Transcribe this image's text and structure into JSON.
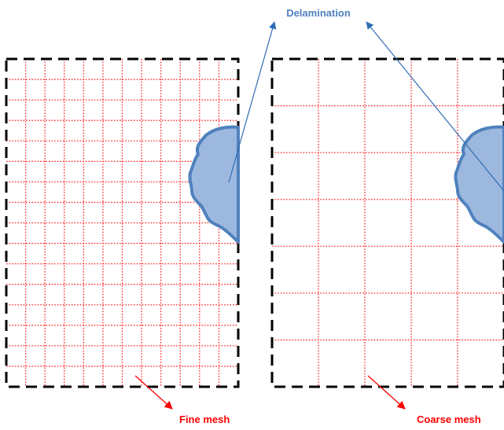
{
  "labels": {
    "delamination": "Delamination",
    "fine_mesh": "Fine mesh",
    "coarse_mesh": "Coarse mesh"
  },
  "colors": {
    "mesh_line": "#ff2a2a",
    "border": "#000000",
    "delamination_fill": "#9db8de",
    "delamination_stroke": "#4f81bd",
    "delamination_label": "#4f81bd",
    "leader_line": "#2e6db5",
    "mesh_label": "#ff0000",
    "mesh_arrow": "#ff0000"
  },
  "meshes": [
    {
      "name": "fine",
      "columns": 12,
      "rows": 16
    },
    {
      "name": "coarse",
      "columns": 5,
      "rows": 7
    }
  ]
}
